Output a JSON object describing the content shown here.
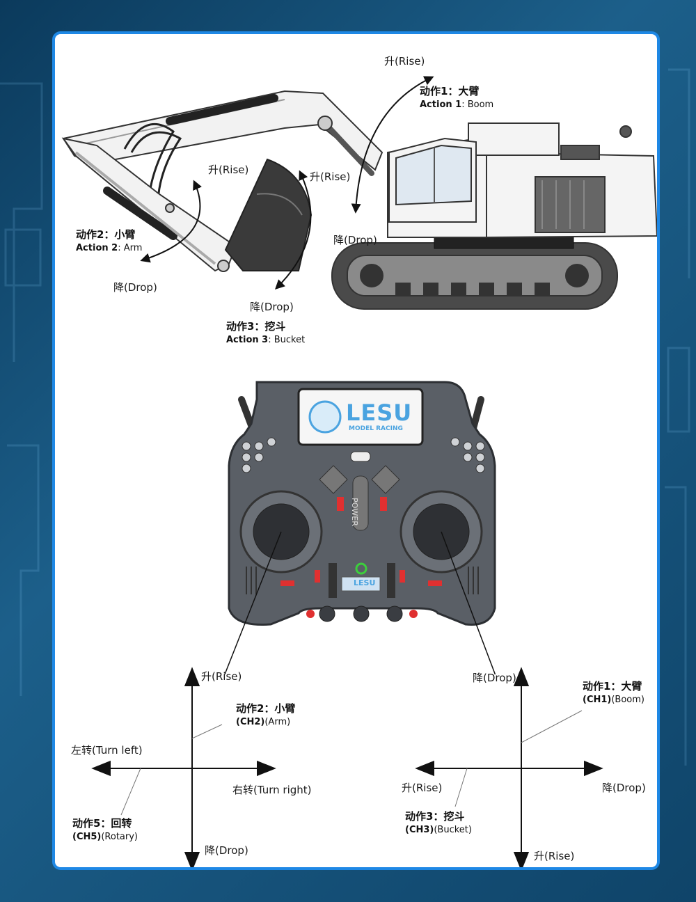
{
  "colors": {
    "background": "#0f4469",
    "panel_border": "#1e88e5",
    "logo_blue": "#4aa3e0",
    "body_dark": "#555a60",
    "switch_red": "#e03030",
    "power_green": "#3ccf3c"
  },
  "excavator": {
    "action1": {
      "cn": "动作1：大臂",
      "en_bold": "Action 1",
      "en_rest": ": Boom"
    },
    "action2": {
      "cn": "动作2：小臂",
      "en_bold": "Action 2",
      "en_rest": ": Arm"
    },
    "action3": {
      "cn": "动作3：挖斗",
      "en_bold": "Action 3",
      "en_rest": ": Bucket"
    },
    "rise_top": "升(Rise)",
    "rise_arm": "升(Rise)",
    "rise_boom": "升(Rise)",
    "drop_boom": "降(Drop)",
    "drop_arm": "降(Drop)",
    "drop_bucket": "降(Drop)"
  },
  "controller": {
    "logo_main": "LESU",
    "logo_sub": "MODEL RACING",
    "power_label": "POWER",
    "small_logo": "LESU"
  },
  "left_stick": {
    "up": "升(Rise)",
    "down": "降(Drop)",
    "left": "左转(Turn left)",
    "right": "右转(Turn right)",
    "vertical_cn": "动作2：小臂",
    "vertical_ch_bold": "(CH2)",
    "vertical_ch_rest": "(Arm)",
    "horizontal_cn": "动作5：回转",
    "horizontal_ch_bold": "(CH5)",
    "horizontal_ch_rest": "(Rotary)"
  },
  "right_stick": {
    "up": "降(Drop)",
    "down": "升(Rise)",
    "left": "升(Rise)",
    "right": "降(Drop)",
    "vertical_cn": "动作1：大臂",
    "vertical_ch_bold": "(CH1)",
    "vertical_ch_rest": "(Boom)",
    "horizontal_cn": "动作3：挖斗",
    "horizontal_ch_bold": "(CH3)",
    "horizontal_ch_rest": "(Bucket)"
  }
}
